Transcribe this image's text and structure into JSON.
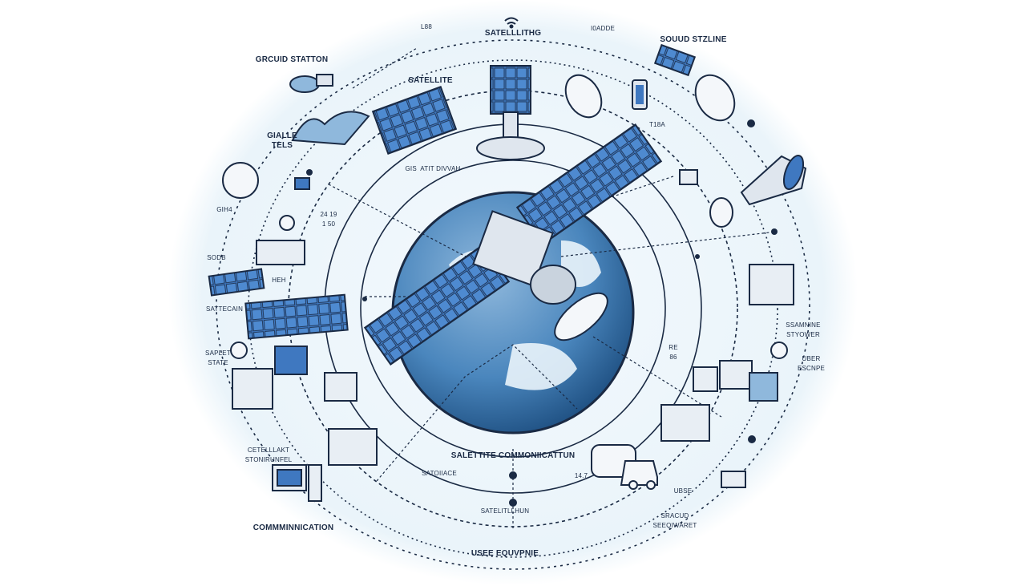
{
  "diagram": {
    "labels": {
      "top_center": "SATELLLITHG",
      "top_left_small": "L88",
      "top_right_small": "I0ADDE",
      "top_right": "SOUUD STZLINE",
      "ground_station": "GRCUID STATTON",
      "satellite": "SATELLITE",
      "gialle_tels": "GIALLE\nTELS",
      "t18a": "T18A",
      "gih4": "GIH4",
      "numbers_left": "24 19\n1 50",
      "sodb": "SODB",
      "heh": "HEH",
      "sattecain": "SATTECAIN",
      "saplet_state": "SAPLET\nSTATE",
      "cetelllakt": "CETELLLAKT\nSTONIRUNFEL",
      "communication": "COMMMINNICATION",
      "satellite_communication": "SALETTITE COMMONIICATTUN",
      "satoiiace": "SATOIIACE",
      "satelitllhun": "SATELITLLHUN",
      "user_equipment": "USEE EQUVPNIE",
      "ubse": "UBSE",
      "sracud": "SRACUD\nSEEQIWARET",
      "ssamnine": "SSAMNINE\nSTYOWER",
      "uber_escnpe": "UBER\nESCNPE",
      "re86": "RE\n86",
      "num_147": "14.7",
      "gis_divvah": "GIS  ATIT DIVVAH"
    },
    "icons": [
      "wifi-icon",
      "satellite-icon",
      "earth-globe",
      "satellite-dish-icon",
      "solar-panel-icon",
      "ground-station-icon",
      "computer-icon",
      "server-icon",
      "truck-icon",
      "smartphone-icon",
      "rocket-icon"
    ],
    "colors": {
      "panel_blue": "#3f78c0",
      "earth_blue": "#4a86bd",
      "line_dark": "#1a2a44",
      "background_glow": "#eef6fb"
    }
  }
}
